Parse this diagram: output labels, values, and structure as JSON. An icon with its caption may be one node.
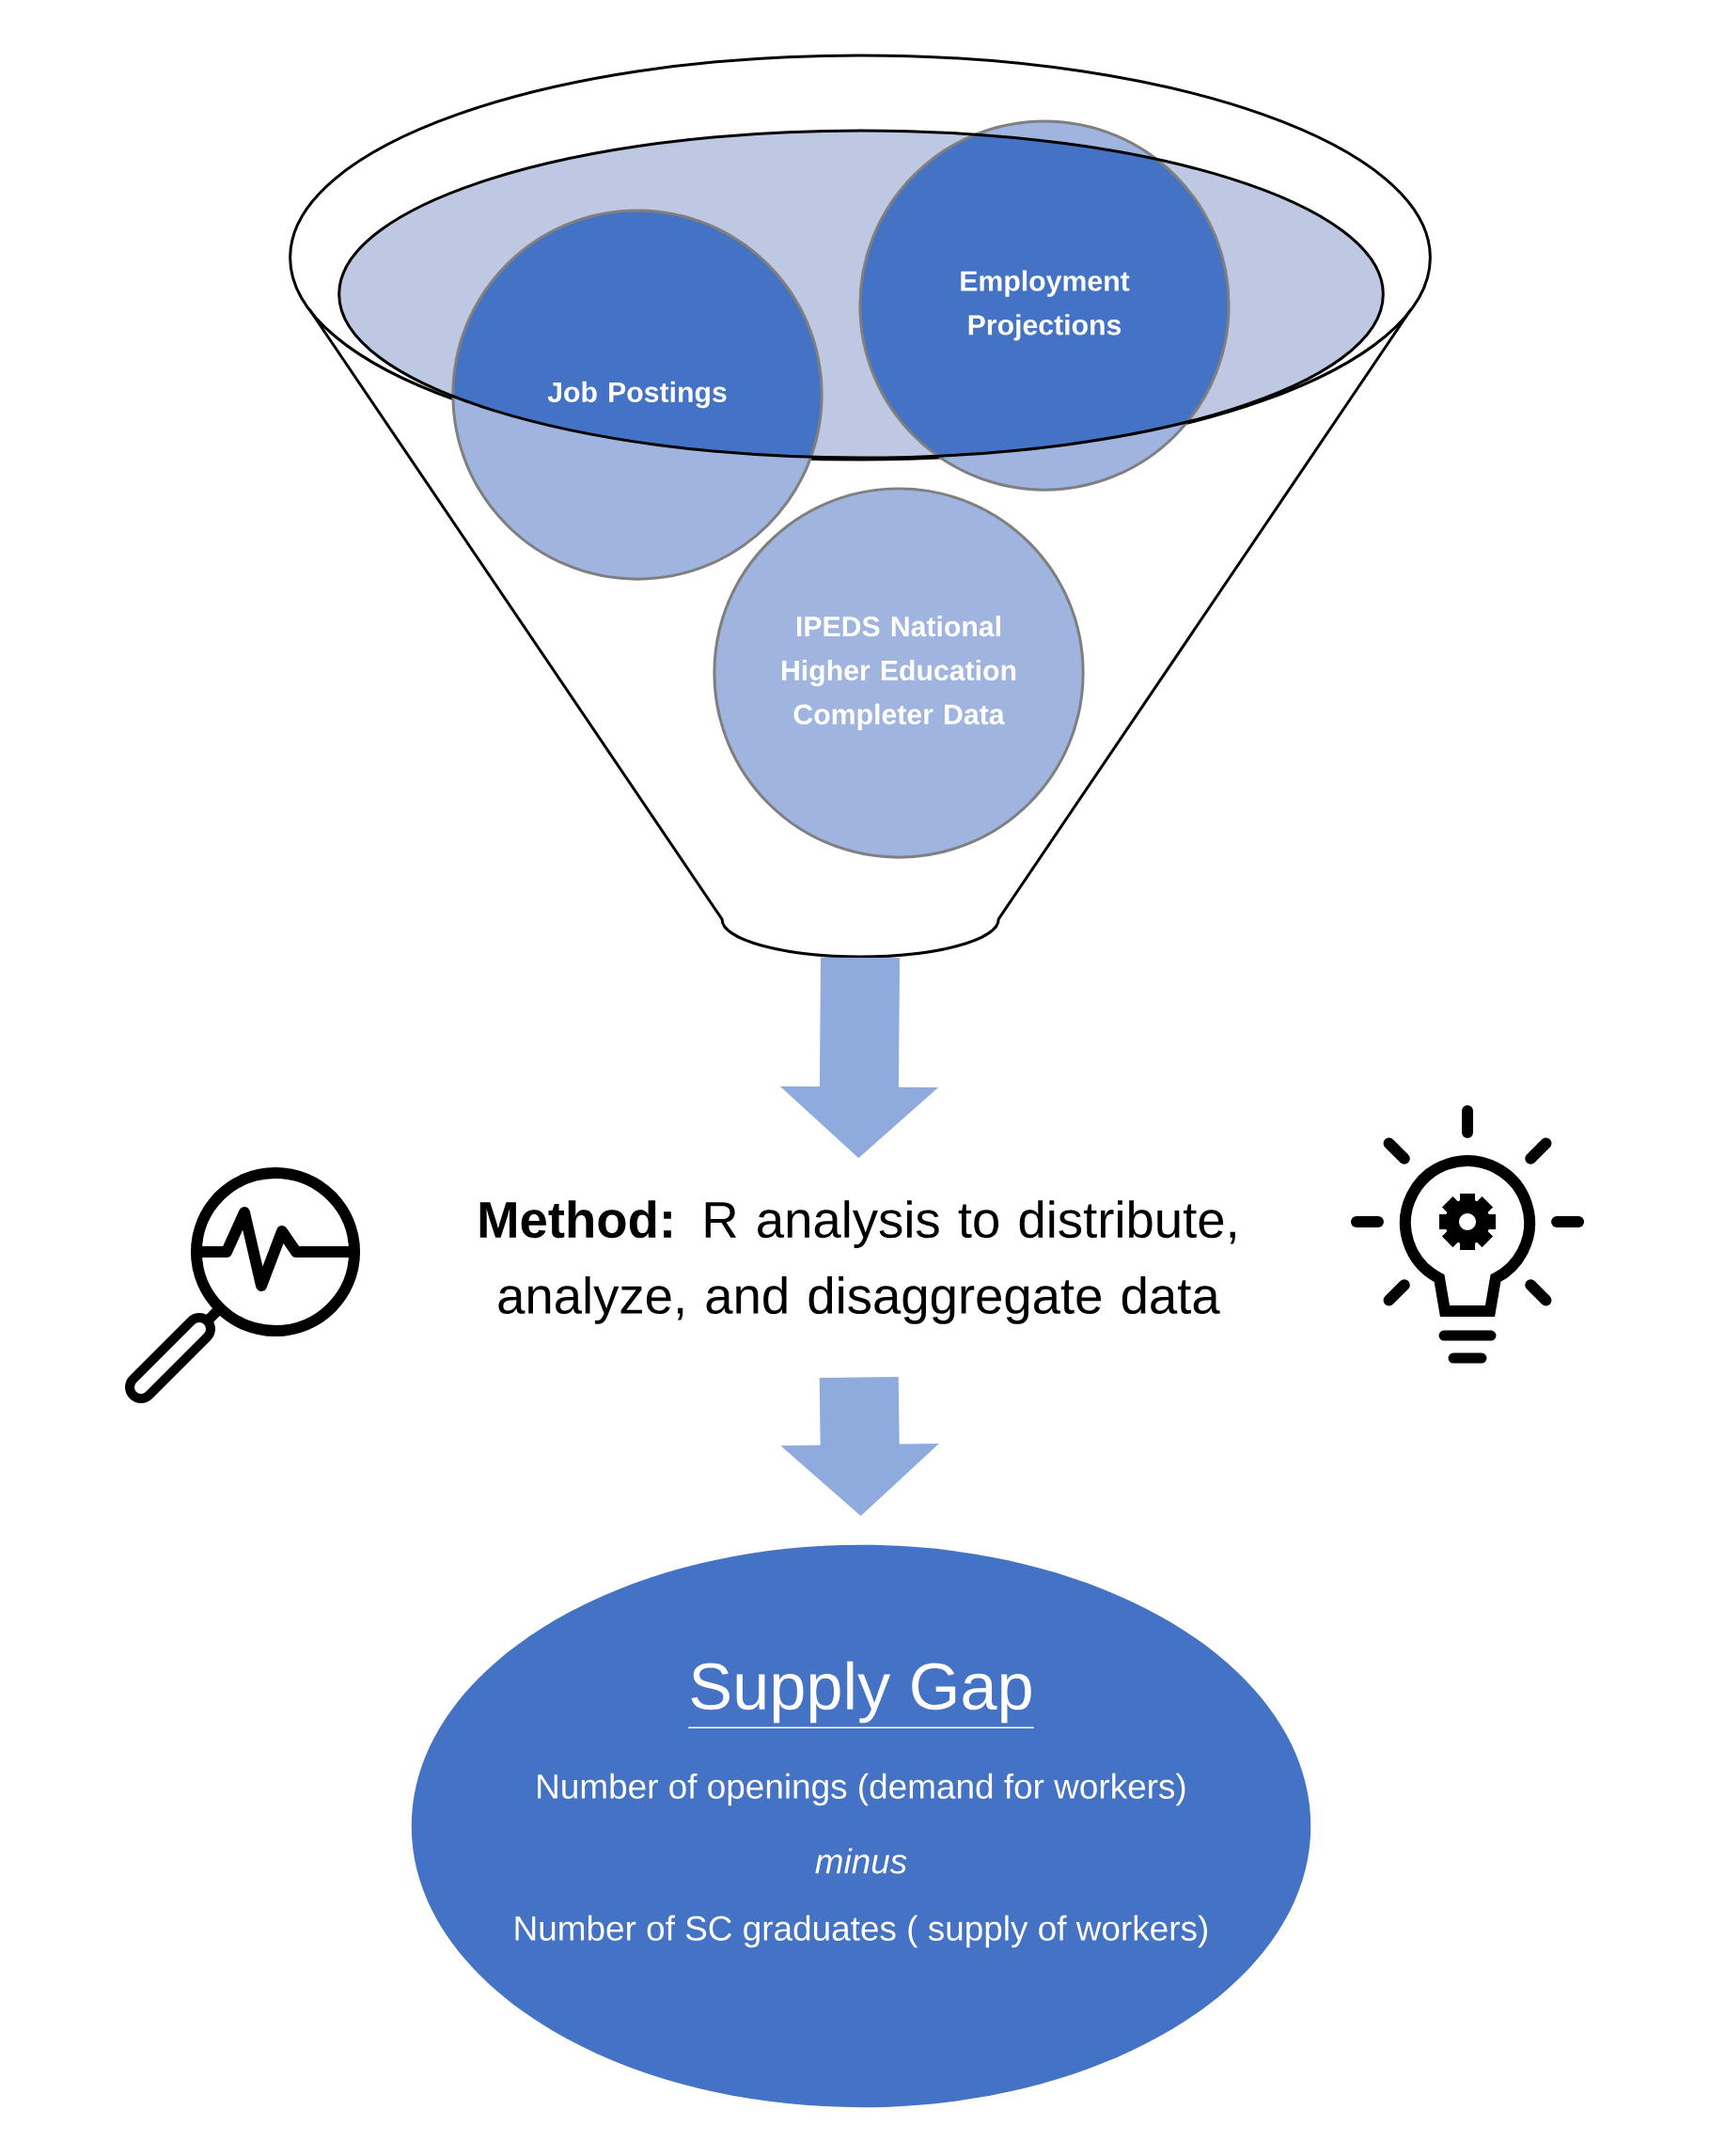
{
  "diagram": {
    "nodes": [
      {
        "text": [],
        "shape": "funnel"
      },
      {
        "text": [
          "Job Postings"
        ],
        "in": 0
      },
      {
        "text": [
          "Employment Projections"
        ],
        "in": 0
      },
      {
        "text": [
          "IPEDS National Higher Education Completer Data"
        ],
        "in": 0
      },
      {
        "text": [
          "**Method:** R analysis to distribute, analyze, and disaggregate data"
        ]
      },
      {
        "text": [
          "Supply Gap",
          "Number of openings (demand for workers)",
          "minus",
          "Number of SC graduates ( supply of workers)"
        ]
      }
    ],
    "edges": [
      {
        "from": 0,
        "to": 4,
        "arrow": "to"
      },
      {
        "from": 4,
        "to": 5,
        "arrow": "to"
      }
    ]
  }
}
